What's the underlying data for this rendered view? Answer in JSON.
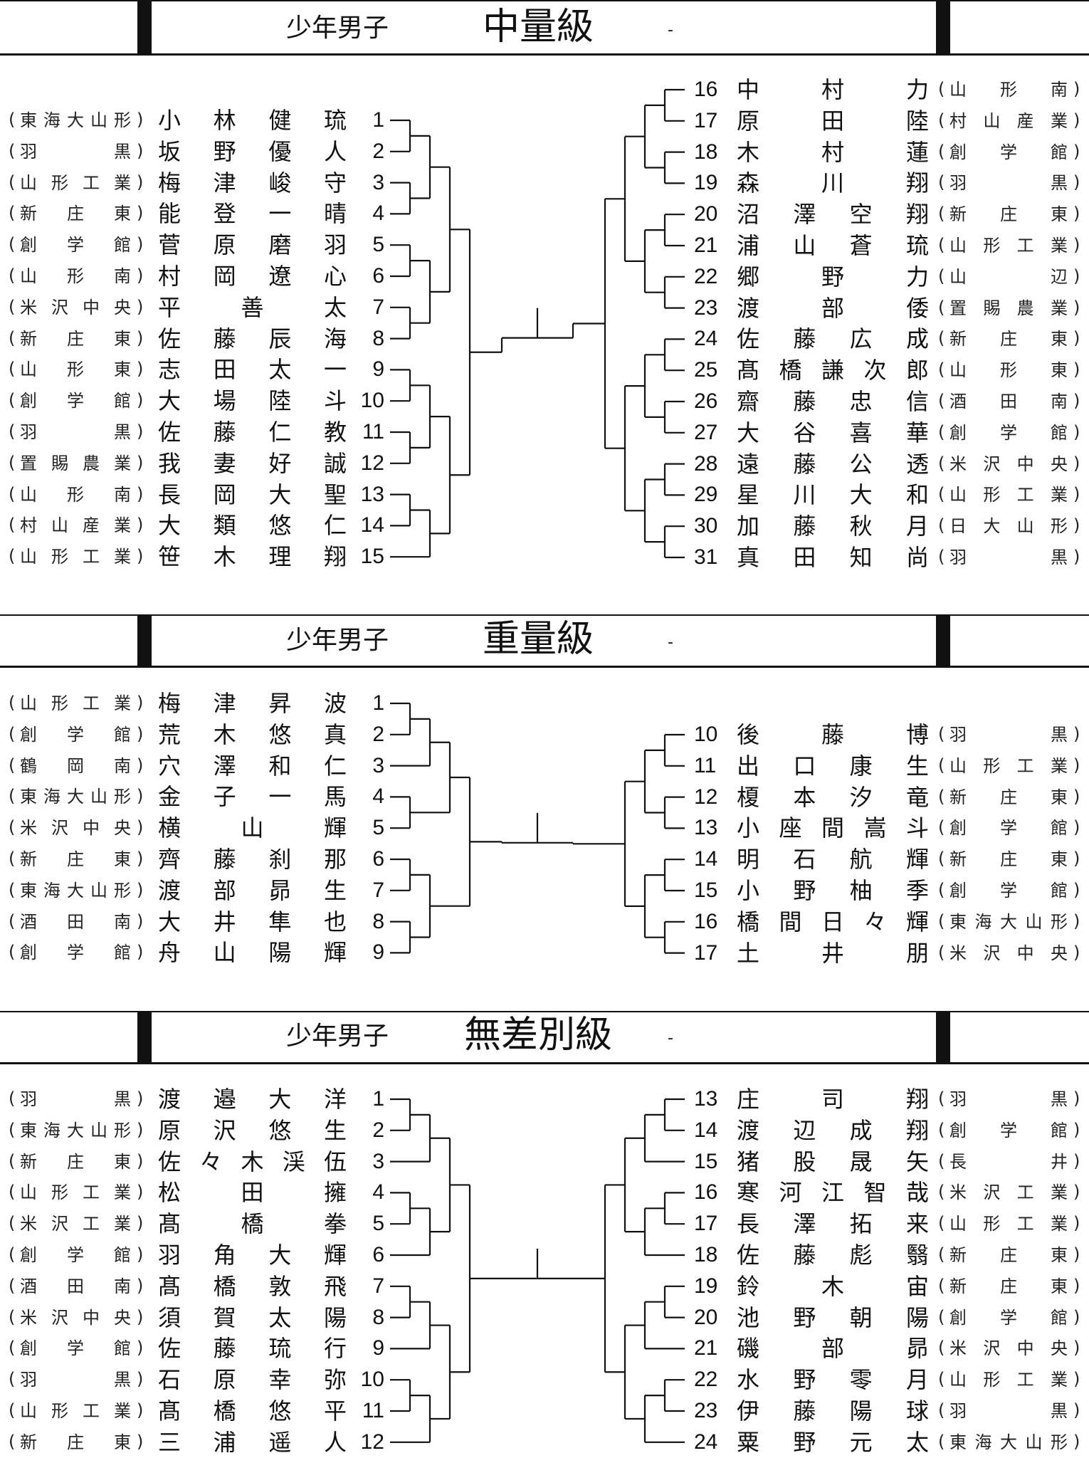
{
  "brackets": [
    {
      "division": "少年男子",
      "weight_class": "中量級",
      "dash": "-",
      "left": [
        {
          "school": "東海大山形",
          "name": "小林健琉",
          "num": "1"
        },
        {
          "school": "羽黒",
          "name": "坂野優人",
          "num": "2"
        },
        {
          "school": "山形工業",
          "name": "梅津峻守",
          "num": "3"
        },
        {
          "school": "新庄東",
          "name": "能登一晴",
          "num": "4"
        },
        {
          "school": "創学館",
          "name": "菅原磨羽",
          "num": "5"
        },
        {
          "school": "山形南",
          "name": "村岡遼心",
          "num": "6"
        },
        {
          "school": "米沢中央",
          "name": "平善太",
          "num": "7"
        },
        {
          "school": "新庄東",
          "name": "佐藤辰海",
          "num": "8"
        },
        {
          "school": "山形東",
          "name": "志田太一",
          "num": "9"
        },
        {
          "school": "創学館",
          "name": "大場陸斗",
          "num": "10"
        },
        {
          "school": "羽黒",
          "name": "佐藤仁教",
          "num": "11"
        },
        {
          "school": "置賜農業",
          "name": "我妻好誠",
          "num": "12"
        },
        {
          "school": "山形南",
          "name": "長岡大聖",
          "num": "13"
        },
        {
          "school": "村山産業",
          "name": "大類悠仁",
          "num": "14"
        },
        {
          "school": "山形工業",
          "name": "笹木理翔",
          "num": "15"
        }
      ],
      "right": [
        {
          "num": "16",
          "name": "中村力",
          "school": "山形南"
        },
        {
          "num": "17",
          "name": "原田陸",
          "school": "村山産業"
        },
        {
          "num": "18",
          "name": "木村蓮",
          "school": "創学館"
        },
        {
          "num": "19",
          "name": "森川翔",
          "school": "羽黒"
        },
        {
          "num": "20",
          "name": "沼澤空翔",
          "school": "新庄東"
        },
        {
          "num": "21",
          "name": "浦山蒼琉",
          "school": "山形工業"
        },
        {
          "num": "22",
          "name": "郷野力",
          "school": "山辺"
        },
        {
          "num": "23",
          "name": "渡部倭",
          "school": "置賜農業"
        },
        {
          "num": "24",
          "name": "佐藤広成",
          "school": "新庄東"
        },
        {
          "num": "25",
          "name": "髙橋謙次郎",
          "school": "山形東"
        },
        {
          "num": "26",
          "name": "齋藤忠信",
          "school": "酒田南"
        },
        {
          "num": "27",
          "name": "大谷喜華",
          "school": "創学館"
        },
        {
          "num": "28",
          "name": "遠藤公透",
          "school": "米沢中央"
        },
        {
          "num": "29",
          "name": "星川大和",
          "school": "山形工業"
        },
        {
          "num": "30",
          "name": "加藤秋月",
          "school": "日大山形"
        },
        {
          "num": "31",
          "name": "真田知尚",
          "school": "羽黒"
        }
      ]
    },
    {
      "division": "少年男子",
      "weight_class": "重量級",
      "dash": "-",
      "left": [
        {
          "school": "山形工業",
          "name": "梅津昇波",
          "num": "1"
        },
        {
          "school": "創学館",
          "name": "荒木悠真",
          "num": "2"
        },
        {
          "school": "鶴岡南",
          "name": "穴澤和仁",
          "num": "3"
        },
        {
          "school": "東海大山形",
          "name": "金子一馬",
          "num": "4"
        },
        {
          "school": "米沢中央",
          "name": "横山輝",
          "num": "5"
        },
        {
          "school": "新庄東",
          "name": "齊藤刹那",
          "num": "6"
        },
        {
          "school": "東海大山形",
          "name": "渡部昴生",
          "num": "7"
        },
        {
          "school": "酒田南",
          "name": "大井隼也",
          "num": "8"
        },
        {
          "school": "創学館",
          "name": "舟山陽輝",
          "num": "9"
        }
      ],
      "right": [
        {
          "num": "10",
          "name": "後藤博",
          "school": "羽黒"
        },
        {
          "num": "11",
          "name": "出口康生",
          "school": "山形工業"
        },
        {
          "num": "12",
          "name": "榎本汐竜",
          "school": "新庄東"
        },
        {
          "num": "13",
          "name": "小座間嵩斗",
          "school": "創学館"
        },
        {
          "num": "14",
          "name": "明石航輝",
          "school": "新庄東"
        },
        {
          "num": "15",
          "name": "小野柚季",
          "school": "創学館"
        },
        {
          "num": "16",
          "name": "橋間日々輝",
          "school": "東海大山形"
        },
        {
          "num": "17",
          "name": "土井朋",
          "school": "米沢中央"
        }
      ]
    },
    {
      "division": "少年男子",
      "weight_class": "無差別級",
      "dash": "-",
      "left": [
        {
          "school": "羽黒",
          "name": "渡邉大洋",
          "num": "1"
        },
        {
          "school": "東海大山形",
          "name": "原沢悠生",
          "num": "2"
        },
        {
          "school": "新庄東",
          "name": "佐々木渓伍",
          "num": "3"
        },
        {
          "school": "山形工業",
          "name": "松田擁",
          "num": "4"
        },
        {
          "school": "米沢工業",
          "name": "髙橋拳",
          "num": "5"
        },
        {
          "school": "創学館",
          "name": "羽角大輝",
          "num": "6"
        },
        {
          "school": "酒田南",
          "name": "髙橋敦飛",
          "num": "7"
        },
        {
          "school": "米沢中央",
          "name": "須賀太陽",
          "num": "8"
        },
        {
          "school": "創学館",
          "name": "佐藤琉行",
          "num": "9"
        },
        {
          "school": "羽黒",
          "name": "石原幸弥",
          "num": "10"
        },
        {
          "school": "山形工業",
          "name": "髙橋悠平",
          "num": "11"
        },
        {
          "school": "新庄東",
          "name": "三浦遥人",
          "num": "12"
        }
      ],
      "right": [
        {
          "num": "13",
          "name": "庄司翔",
          "school": "羽黒"
        },
        {
          "num": "14",
          "name": "渡辺成翔",
          "school": "創学館"
        },
        {
          "num": "15",
          "name": "猪股晟矢",
          "school": "長井"
        },
        {
          "num": "16",
          "name": "寒河江智哉",
          "school": "米沢工業"
        },
        {
          "num": "17",
          "name": "長澤拓来",
          "school": "山形工業"
        },
        {
          "num": "18",
          "name": "佐藤彪翳",
          "school": "新庄東"
        },
        {
          "num": "19",
          "name": "鈴木宙",
          "school": "新庄東"
        },
        {
          "num": "20",
          "name": "池野朝陽",
          "school": "創学館"
        },
        {
          "num": "21",
          "name": "磯部昴",
          "school": "米沢中央"
        },
        {
          "num": "22",
          "name": "水野零月",
          "school": "山形工業"
        },
        {
          "num": "23",
          "name": "伊藤陽球",
          "school": "羽黒"
        },
        {
          "num": "24",
          "name": "粟野元太",
          "school": "東海大山形"
        }
      ]
    }
  ]
}
